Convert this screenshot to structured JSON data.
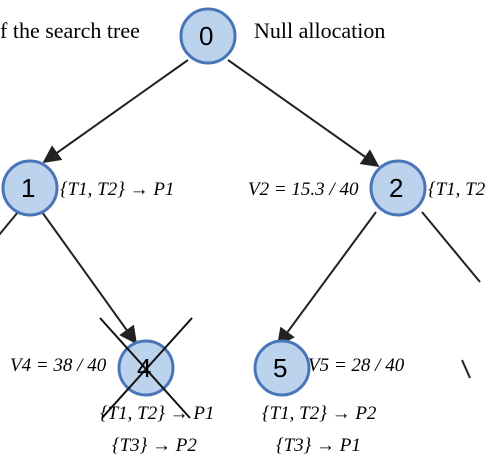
{
  "header": {
    "left_caption": "f the search tree",
    "right_caption": "Null allocation"
  },
  "nodes": {
    "n0": {
      "label": "0"
    },
    "n1": {
      "label": "1"
    },
    "n2": {
      "label": "2"
    },
    "n4": {
      "label": "4",
      "crossed_out": true
    },
    "n5": {
      "label": "5"
    }
  },
  "annotations": {
    "n1_alloc": "{T1, T2} → P1",
    "n2_value": "V2 = 15.3 / 40",
    "n2_alloc": "{T1, T2",
    "n4_value": "V4 = 38 / 40",
    "n4_alloc_1": "{T1, T2} → P1",
    "n4_alloc_2": "{T3} → P2",
    "n5_value": "V5 = 28 / 40",
    "n5_alloc_1": "{T1, T2} → P2",
    "n5_alloc_2": "{T3} → P1"
  },
  "colors": {
    "node_fill": "#bcd3ee",
    "node_stroke": "#4a76b8",
    "edge": "#222222",
    "cross": "#111111"
  }
}
